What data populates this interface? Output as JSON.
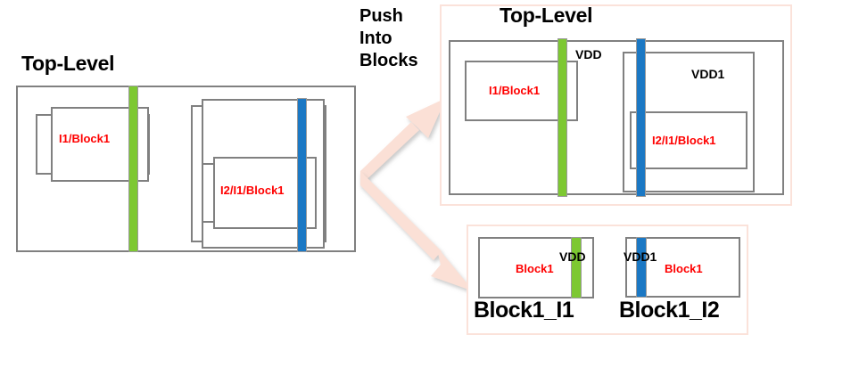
{
  "diagram": {
    "title_left": "Top-Level",
    "title_right": "Top-Level",
    "transition_label_line1": "Push",
    "transition_label_line2": "Into",
    "transition_label_line3": "Blocks",
    "colors": {
      "rail_vdd": "#7DC832",
      "rail_vdd1": "#1B78C4",
      "instance_text": "#FF0000",
      "box_stroke": "#808080",
      "panel_stroke": "#FBE2DA",
      "arrow": "#FBE0D6"
    }
  },
  "left_panel": {
    "title": "Top-Level",
    "instances": [
      {
        "label": "I1/Block1"
      },
      {
        "label": "I2/I1/Block1"
      }
    ],
    "rails": [
      {
        "name": "vdd-rail",
        "color": "#7DC832"
      },
      {
        "name": "vdd1-rail",
        "color": "#1B78C4"
      }
    ]
  },
  "right_panel": {
    "title": "Top-Level",
    "instances": [
      {
        "label": "I1/Block1"
      },
      {
        "label": "I2/I1/Block1"
      }
    ],
    "nets": [
      {
        "label": "VDD"
      },
      {
        "label": "VDD1"
      }
    ]
  },
  "blocks_panel": {
    "blocks": [
      {
        "name": "Block1_I1",
        "instance_label": "Block1",
        "net_label": "VDD",
        "rail_color": "#7DC832"
      },
      {
        "name": "Block1_I2",
        "instance_label": "Block1",
        "net_label": "VDD1",
        "rail_color": "#1B78C4"
      }
    ]
  }
}
